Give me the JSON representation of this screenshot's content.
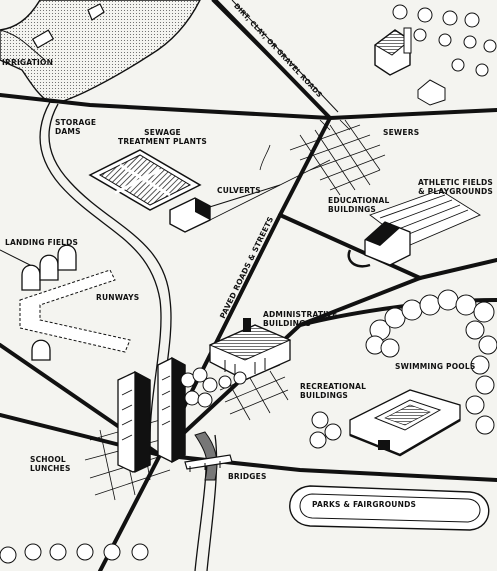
{
  "labels": {
    "irrigation": "IRRIGATION",
    "dirt_roads": "DIRT, CLAY, OR GRAVEL ROADS",
    "storage_dams": "STORAGE\nDAMS",
    "sewage": "SEWAGE\nTREATMENT PLANTS",
    "sewers": "SEWERS",
    "culverts": "CULVERTS",
    "athletic": "ATHLETIC FIELDS\n& PLAYGROUNDS",
    "educational": "EDUCATIONAL\nBUILDINGS",
    "landing_fields": "LANDING FIELDS",
    "runways": "RUNWAYS",
    "paved_roads": "PAVED ROADS & STREETS",
    "administrative": "ADMINISTRATIVE\nBUILDINGS",
    "swimming_pools": "SWIMMING POOLS",
    "recreational": "RECREATIONAL\nBUILDINGS",
    "school_lunches": "SCHOOL\nLUNCHES",
    "bridges": "BRIDGES",
    "parks": "PARKS & FAIRGROUNDS"
  },
  "colors": {
    "ink": "#111111",
    "paper": "#f4f4f0",
    "water": "#b5b5b0"
  }
}
